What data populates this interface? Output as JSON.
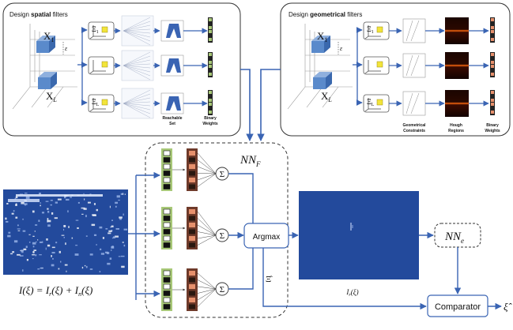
{
  "left_panel": {
    "title_prefix": "Design ",
    "title_bold": "spatial",
    "title_suffix": " filters",
    "axis_x1": "X",
    "axis_x1_sub": "1",
    "axis_xl": "X",
    "axis_xl_sub": "L",
    "epsilon": "ε",
    "filters": [
      {
        "label": "Ξ",
        "sub": "1"
      },
      {
        "label": "",
        "sub": ""
      },
      {
        "label": "Ξ",
        "sub": "L"
      }
    ],
    "caption_reachable": [
      "Reachable",
      "Set"
    ],
    "caption_binary": [
      "Binary",
      "Weights"
    ]
  },
  "right_panel": {
    "title_prefix": "Design ",
    "title_bold": "geometrical",
    "title_suffix": " filters",
    "axis_x1": "X",
    "axis_x1_sub": "1",
    "axis_xl": "X",
    "axis_xl_sub": "L",
    "epsilon": "ε",
    "filters": [
      {
        "label": "Ξ",
        "sub": "1"
      },
      {
        "label": "",
        "sub": ""
      },
      {
        "label": "Ξ",
        "sub": "L"
      }
    ],
    "caption_geometrical": [
      "Geometrical",
      "Constraints"
    ],
    "caption_hough": [
      "Hough",
      "Regions"
    ],
    "caption_binary": [
      "Binary",
      "Weights"
    ]
  },
  "network": {
    "label": "NN",
    "label_sub": "F",
    "sum_symbol": "Σ",
    "argmax_label": "Argmax",
    "nne_label": "NN",
    "nne_sub": "e",
    "comparator_label": "Comparator",
    "xi_hat": "Ξ̂",
    "xi_hat_output": "ξ̂"
  },
  "input_caption": "I(ξ) = I_r(ξ) + I_n(ξ)",
  "input_caption_parts": {
    "a": "I(ξ) = I",
    "a_sub": "r",
    "b": "(ξ) + I",
    "b_sub": "n",
    "c": "(ξ)"
  },
  "output_caption": {
    "main": "I",
    "sub": "r",
    "rest": "(ξ)"
  },
  "colors": {
    "image_blue": "#234a9c",
    "arrow_blue": "#3a64b3",
    "cube_blue": "#4a7cc0",
    "cube_yellow": "#f2e43a",
    "green_weights": "#a8c878",
    "orange_weights": "#e6906c",
    "brown_weights": "#6e3a2a"
  }
}
